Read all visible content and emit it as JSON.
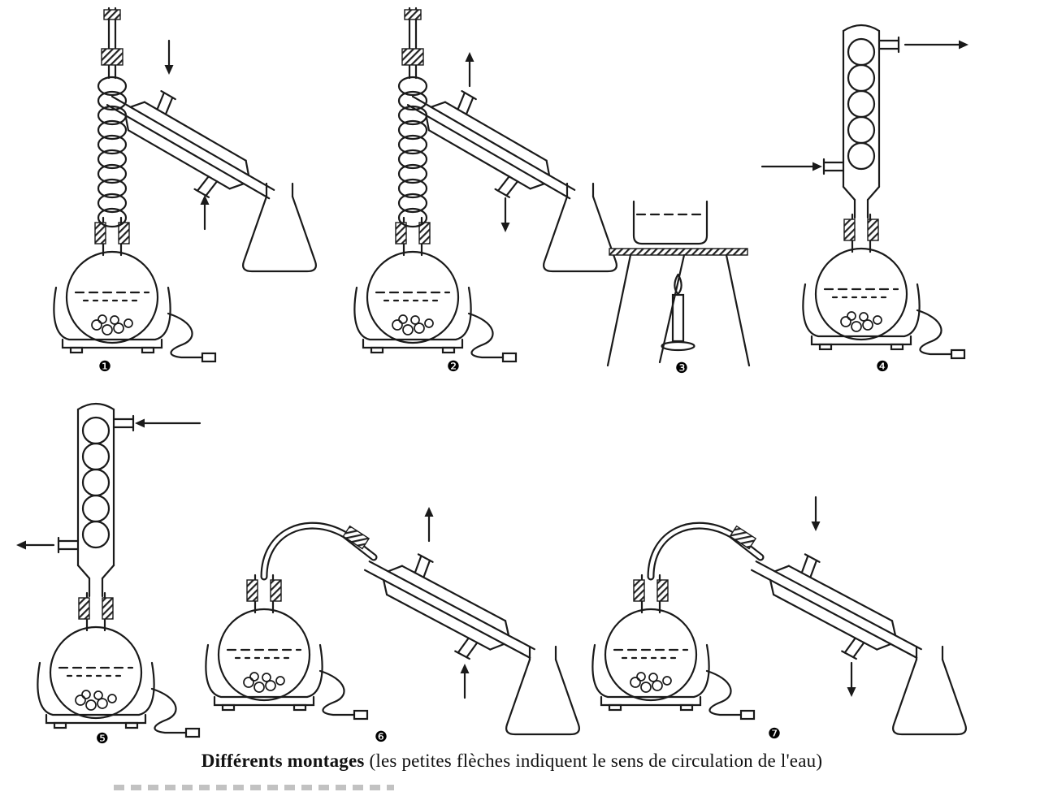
{
  "figure": {
    "caption_lead": "Différents montages",
    "caption_rest": " (les petites flèches indiquent le sens de circulation de l'eau)",
    "montages": [
      {
        "num": "❶"
      },
      {
        "num": "❷"
      },
      {
        "num": "❸"
      },
      {
        "num": "❹"
      },
      {
        "num": "❺"
      },
      {
        "num": "❻"
      },
      {
        "num": "❼"
      }
    ]
  },
  "colors": {
    "ink": "#1a1a1a",
    "paper": "#ffffff"
  }
}
